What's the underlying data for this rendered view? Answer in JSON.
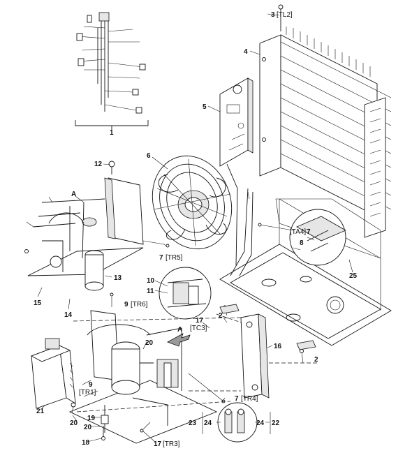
{
  "callouts": {
    "c1": "1",
    "c2a": "2",
    "c2b": "2",
    "c3": "3",
    "tl2": "[TL2]",
    "c4": "4",
    "c5": "5",
    "c6": "6",
    "c7a": "7",
    "tr5": "[TR5]",
    "ta4": "[TA4]",
    "c7b": "7",
    "c8": "8",
    "c9a": "9",
    "tr6": "[TR6]",
    "c9b": "9",
    "tr1": "[TR1]",
    "c10": "10",
    "c11": "11",
    "c12": "12",
    "c13": "13",
    "c14": "14",
    "c15": "15",
    "c16": "16",
    "c17a": "17",
    "tc3": "[TC3]",
    "c17b": "17",
    "tr3": "[TR3]",
    "c18": "18",
    "c19": "19",
    "c20a": "20",
    "c20b": "20",
    "c20c": "20",
    "c21": "21",
    "c22": "22",
    "c23": "23",
    "c24a": "24",
    "c24b": "24",
    "c25": "25",
    "c7c": "7",
    "tr4": "[TR4]",
    "viewA1": "A",
    "viewA2": "A"
  }
}
